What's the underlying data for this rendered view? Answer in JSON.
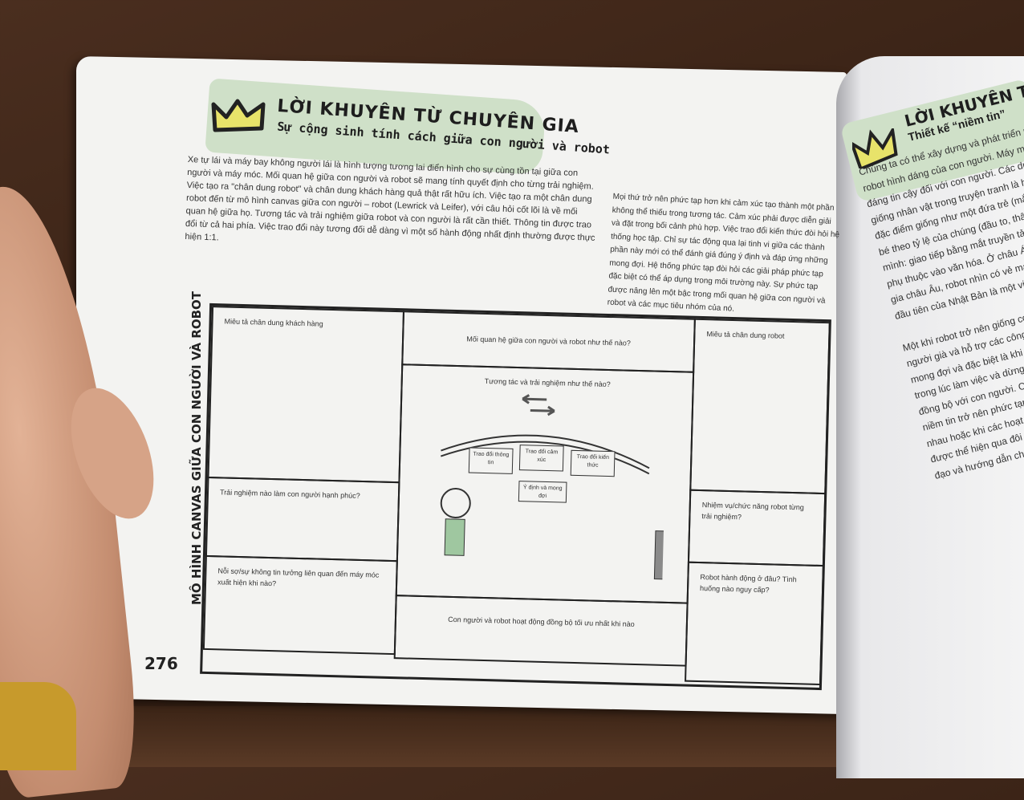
{
  "left_page": {
    "header": {
      "title": "LỜI KHUYÊN TỪ CHUYÊN GIA",
      "subtitle": "Sự cộng sinh tính cách giữa con người và robot"
    },
    "paragraph_1": "Xe tự lái và máy bay không người lái là hình tượng tương lai điển hình cho sự cùng tồn tại giữa con người và máy móc. Mối quan hệ giữa con người và robot sẽ mang tính quyết định cho từng trải nghiệm. Việc tạo ra \"chân dung robot\" và chân dung khách hàng quả thật rất hữu ích. Việc tạo ra một chân dung robot đến từ mô hình canvas giữa con người – robot (Lewrick và Leifer), với câu hỏi cốt lõi là về mối quan hệ giữa họ. Tương tác và trải nghiệm giữa robot và con người là rất cần thiết. Thông tin được trao đổi từ cả hai phía. Việc trao đổi này tương đối dễ dàng vì một số hành động nhất định thường được thực hiện 1:1.",
    "paragraph_2": "Mọi thứ trở nên phức tạp hơn khi cảm xúc tạo thành một phần không thể thiếu trong tương tác. Cảm xúc phải được diễn giải và đặt trong bối cảnh phù hợp. Việc trao đổi kiến thức đòi hỏi hệ thống học tập. Chỉ sự tác động qua lại tinh vi giữa các thành phần này mới có thể đánh giá đúng ý định và đáp ứng những mong đợi. Hệ thống phức tạp đòi hỏi các giải pháp phức tạp đặc biệt có thể áp dụng trong môi trường này. Sự phức tạp được nâng lên một bậc trong mối quan hệ giữa con người và robot và các mục tiêu nhóm của nó.",
    "canvas": {
      "vertical_title": "MÔ HÌNH CANVAS GIỮA CON NGƯỜI VÀ ROBOT",
      "customer_persona": "Miêu tả chân dung khách hàng",
      "relationship": "Mối quan hệ giữa con người và robot như thế nào?",
      "robot_persona": "Miêu tả chân dung robot",
      "interaction": "Tương tác và trải nghiệm như thế nào?",
      "exchange_info": "Trao đổi thông tin",
      "exchange_emotion": "Trao đổi cảm xúc",
      "exchange_knowledge": "Trao đổi kiến thức",
      "intent": "Ý định và mong đợi",
      "happy_experience": "Trải nghiệm nào làm con người hạnh phúc?",
      "robot_tasks": "Nhiệm vụ/chức năng robot từng trải nghiệm?",
      "fear": "Nỗi sợ/sự không tin tưởng liên quan đến máy móc xuất hiện khi nào?",
      "robot_where": "Robot hành động ở đâu? Tình huống nào nguy cấp?",
      "sync": "Con người và robot hoạt động đồng bộ tối ưu nhất khi nào"
    },
    "page_number": "276"
  },
  "right_page": {
    "header": {
      "title": "LỜI KHUYÊN TỪ",
      "subtitle": "Thiết kế “niềm tin”"
    },
    "lines": [
      "Chúng ta có thể xây dựng và phát triển niềm ti",
      "robot hình dáng của con người. Máy móc tron",
      "đáng tin cậy đối với con người. Các dự án của",
      "giống nhân vật trong truyện tranh là hình tư",
      "đặc điểm giống như một đứa trẻ (mắt to) ng",
      "bé theo tỷ lệ của chúng (đầu to, thân nhỏ).",
      "mình: giao tiếp bằng mắt truyền tải sự tập",
      "phụ thuộc vào văn hóa. Ở châu Á, robot đ",
      "gia châu Âu, robot nhìn có vẻ máy móc h",
      "đầu tiên của Nhật Bản là một vị Phật to",
      "",
      "Một khi robot trở nên giống con người",
      "người già và hỗ trợ các công trường xâ",
      "mong đợi và đặc biệt là khi con người",
      "trong lúc làm việc và dừng lại trong c",
      "đồng bộ với con người. Cả hai đều h",
      "niềm tin trở nên phức tạp hơn liên c",
      "nhau hoặc khi các hoạt động được",
      "được thể hiện qua đôi mắt to tròn",
      "đạo và hướng dẫn chúng ta, do đó"
    ]
  },
  "colors": {
    "banner": "#cfe0c8",
    "crown": "#e8e36a",
    "page": "#f3f3f1",
    "wood": "#3a2316"
  }
}
